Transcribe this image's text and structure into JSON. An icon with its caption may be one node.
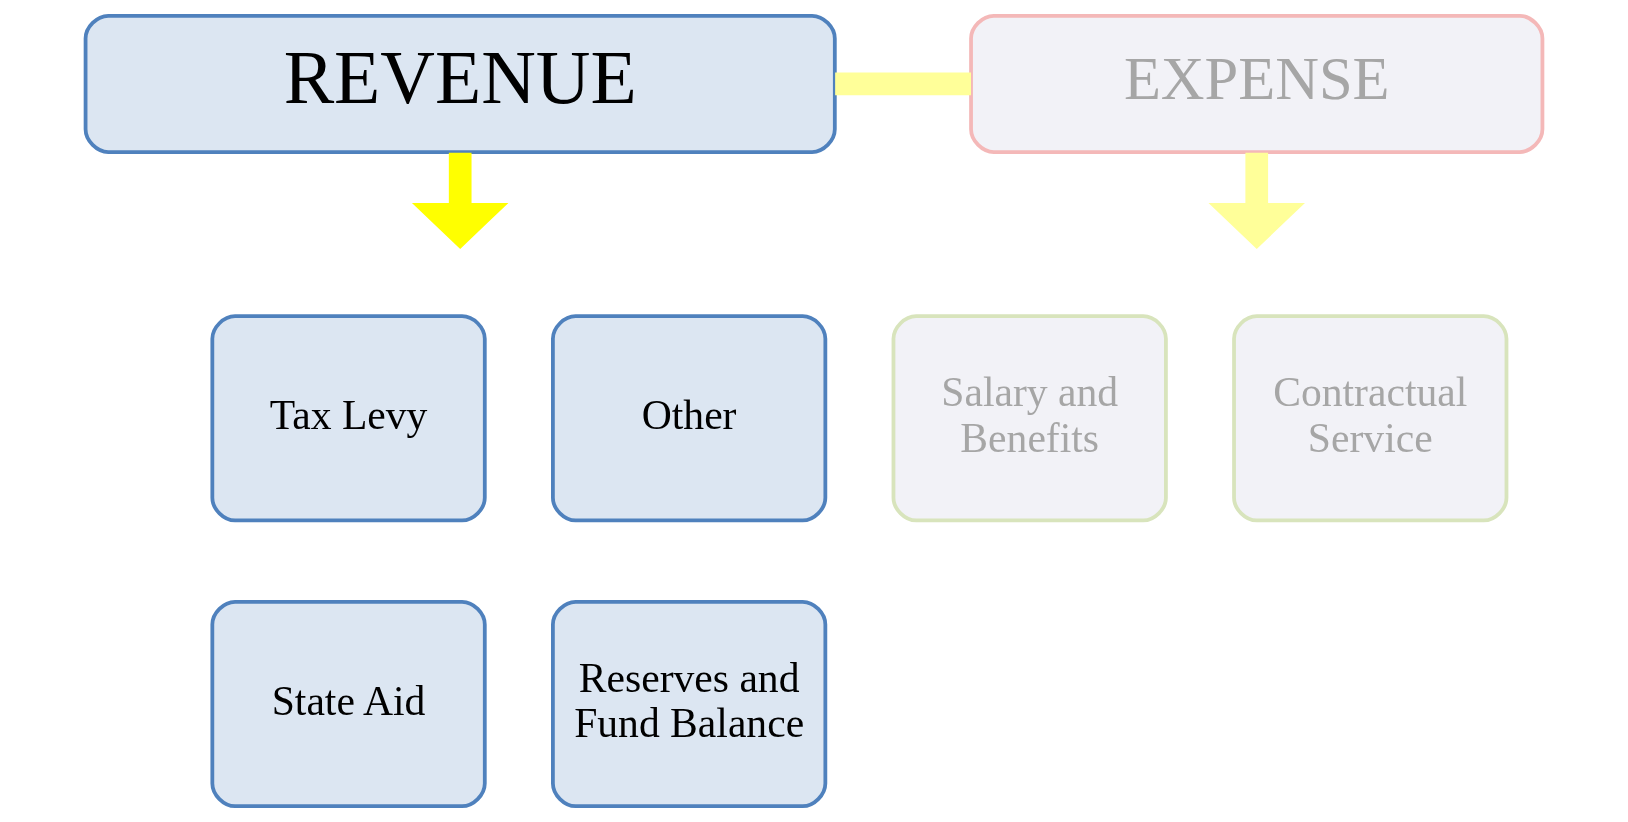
{
  "diagram": {
    "nodes": [
      {
        "text": [
          "REVENUE"
        ]
      },
      {
        "text": [
          "EXPENSE"
        ]
      },
      {
        "text": [
          "Tax Levy"
        ]
      },
      {
        "text": [
          "Other"
        ]
      },
      {
        "text": [
          "State Aid"
        ]
      },
      {
        "text": [
          "Reserves and Fund Balance"
        ]
      },
      {
        "text": [
          "Salary and Benefits"
        ]
      },
      {
        "text": [
          "Contractual Service"
        ]
      }
    ],
    "edges": [
      {
        "from": 0,
        "to": 1,
        "arrow": "none",
        "color": "#ffff99"
      },
      {
        "from": 0,
        "to": null,
        "arrow": "to",
        "color": "#ffff00"
      },
      {
        "from": 1,
        "to": null,
        "arrow": "to",
        "color": "#ffff99"
      }
    ]
  }
}
